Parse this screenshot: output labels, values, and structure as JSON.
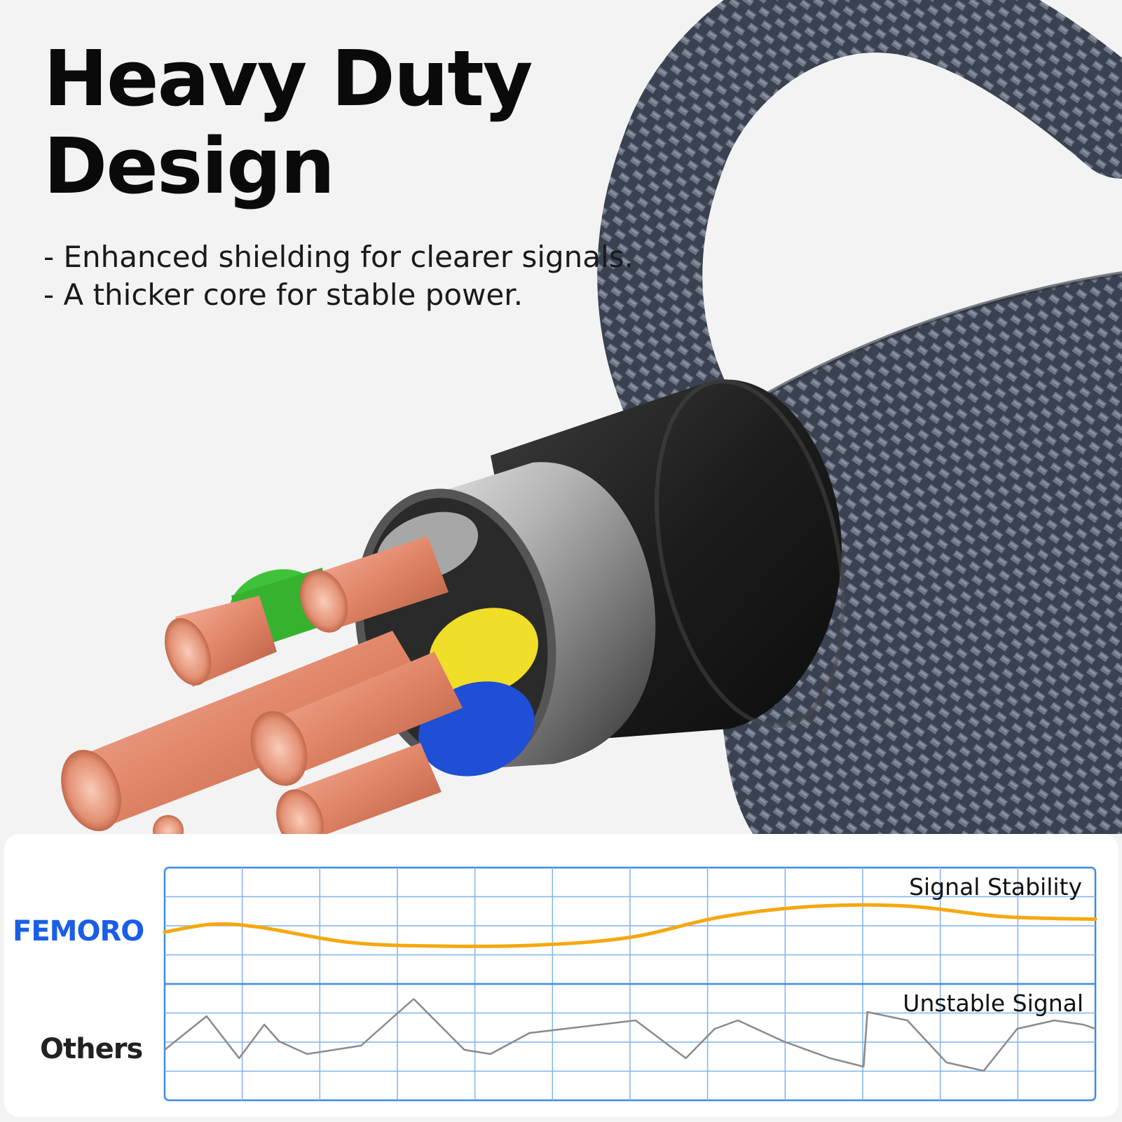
{
  "headline": {
    "line1": "Heavy Duty",
    "line2": "Design"
  },
  "bullets": [
    "- Enhanced shielding for clearer signals.",
    "- A thicker core for stable power."
  ],
  "colors": {
    "femoro_label": "#1a5ee6",
    "stable_line": "#f5a810",
    "unstable_line": "#8a8a8a",
    "grid": "#7fb4ec",
    "grid_border": "#3d8ce0"
  },
  "chart_data": {
    "type": "line",
    "row_labels": [
      "FEMORO",
      "Others"
    ],
    "series": [
      {
        "name": "Signal Stability",
        "row": "FEMORO",
        "color": "#f5a810",
        "x": [
          0,
          0.05,
          0.1,
          0.2,
          0.3,
          0.4,
          0.5,
          0.6,
          0.7,
          0.8,
          0.9,
          1.0
        ],
        "values": [
          0.35,
          0.5,
          0.45,
          0.15,
          0.08,
          0.1,
          0.25,
          0.65,
          0.85,
          0.85,
          0.65,
          0.6
        ]
      },
      {
        "name": "Unstable Signal",
        "row": "Others",
        "color": "#8a8a8a",
        "x": [
          0,
          0.045,
          0.08,
          0.107,
          0.123,
          0.153,
          0.211,
          0.267,
          0.268,
          0.322,
          0.35,
          0.392,
          0.43,
          0.506,
          0.56,
          0.591,
          0.616,
          0.665,
          0.715,
          0.751,
          0.755,
          0.798,
          0.84,
          0.88,
          0.916,
          0.956,
          0.987,
          1.0
        ],
        "values": [
          0.35,
          0.75,
          0.25,
          0.65,
          0.45,
          0.3,
          0.4,
          0.95,
          0.95,
          0.35,
          0.3,
          0.55,
          0.6,
          0.7,
          0.25,
          0.6,
          0.7,
          0.45,
          0.25,
          0.15,
          0.8,
          0.7,
          0.2,
          0.1,
          0.6,
          0.7,
          0.65,
          0.6
        ]
      }
    ]
  }
}
